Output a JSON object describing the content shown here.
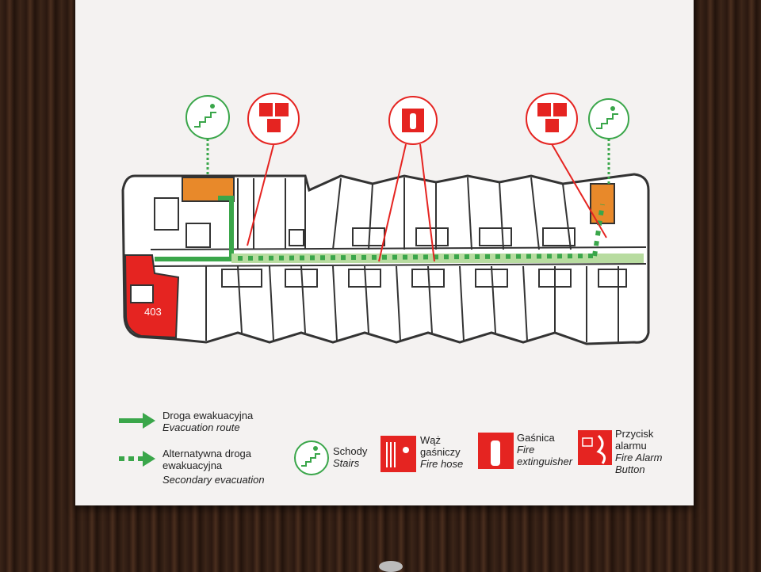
{
  "plan": {
    "room_number": "403",
    "colors": {
      "route": "#3aa64a",
      "secondary": "#8cc878",
      "fire": "#e52421",
      "stairs": "#e8892a",
      "wall": "#333333"
    }
  },
  "legend": {
    "evacuation_route": {
      "pl": "Droga ewakuacyjna",
      "en": "Evacuation route"
    },
    "secondary_evacuation": {
      "pl1": "Alternatywna droga",
      "pl2": "ewakuacyjna",
      "en": "Secondary evacuation"
    },
    "stairs": {
      "pl": "Schody",
      "en": "Stairs",
      "icon": "stairs-icon"
    },
    "fire_hose": {
      "pl1": "Wąż",
      "pl2": "gaśniczy",
      "en": "Fire hose",
      "icon": "fire-hose-icon"
    },
    "extinguisher": {
      "pl": "Gaśnica",
      "en1": "Fire",
      "en2": "extinguisher",
      "icon": "fire-extinguisher-icon"
    },
    "alarm": {
      "pl1": "Przycisk",
      "pl2": "alarmu",
      "en1": "Fire Alarm",
      "en2": "Button",
      "icon": "fire-alarm-button-icon"
    }
  }
}
